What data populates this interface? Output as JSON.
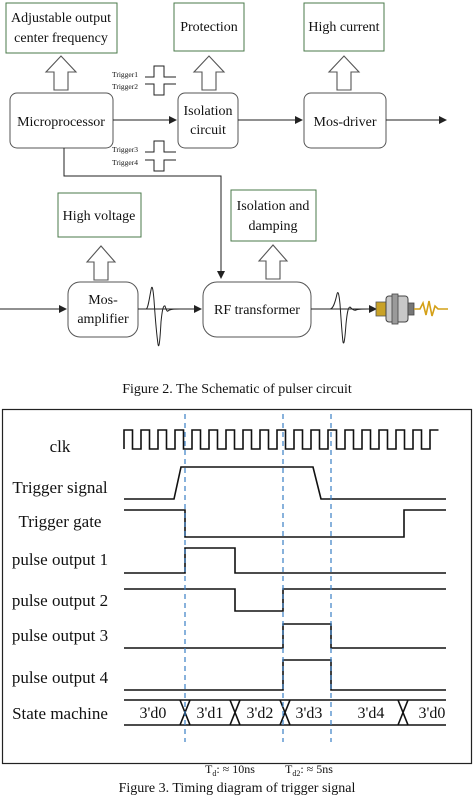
{
  "schematic": {
    "blocks": {
      "adjustable_line1": "Adjustable output",
      "adjustable_line2": "center frequency",
      "protection": "Protection",
      "high_current": "High current",
      "microprocessor": "Microprocessor",
      "isolation_line1": "Isolation",
      "isolation_line2": "circuit",
      "mos_driver": "Mos-driver",
      "high_voltage": "High voltage",
      "isolation_damping_line1": "Isolation and",
      "isolation_damping_line2": "damping",
      "mos_amplifier_line1": "Mos-",
      "mos_amplifier_line2": "amplifier",
      "rf_transformer": "RF transformer"
    },
    "trigger_labels": [
      "Trigger1",
      "Trigger2",
      "Trigger3",
      "Trigger4"
    ],
    "caption": "Figure 2. The Schematic of pulser circuit"
  },
  "timing": {
    "signals": [
      "clk",
      "Trigger signal",
      "Trigger gate",
      "pulse output 1",
      "pulse output 2",
      "pulse output 3",
      "pulse output 4",
      "State machine"
    ],
    "states": [
      "3'd0",
      "3'd1",
      "3'd2",
      "3'd3",
      "3'd4",
      "3'd0"
    ],
    "td_label": "T",
    "td_sub": "d",
    "td_value": ": ≈ 10ns",
    "td2_label": "T",
    "td2_sub": "d2",
    "td2_value": ": ≈ 5ns",
    "caption": "Figure 3. Timing diagram of trigger signal"
  },
  "colors": {
    "marker_dashes": "#3a7fc4",
    "probe_body": "#c9a227",
    "probe_spark": "#d4a017"
  }
}
